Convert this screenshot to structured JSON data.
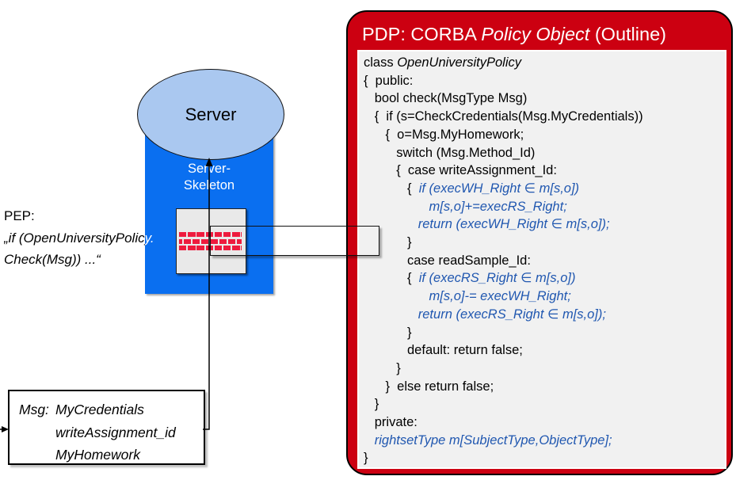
{
  "pep": {
    "line1": "PEP:",
    "line2": "„if (OpenUniversityPolicy.",
    "line3": "Check(Msg)) ...“"
  },
  "server": {
    "label": "Server"
  },
  "skeleton": {
    "line1": "Server-",
    "line2": "Skeleton"
  },
  "msg_box": {
    "label": "Msg:",
    "values": [
      "MyCredentials",
      "writeAssignment_id",
      "MyHomework"
    ]
  },
  "pdp": {
    "title_segments": [
      {
        "t": "PDP: CORBA ",
        "c": "n"
      },
      {
        "t": "Policy Object",
        "c": "i"
      },
      {
        "t": " (Outline)",
        "c": "n"
      }
    ],
    "code_lines": [
      [
        {
          "t": "class ",
          "c": "n"
        },
        {
          "t": "OpenUniversityPolicy",
          "c": "i"
        }
      ],
      [
        {
          "t": "{  public:",
          "c": "n"
        }
      ],
      [
        {
          "t": "   bool check(MsgType Msg)",
          "c": "n"
        }
      ],
      [
        {
          "t": "   {  if (s=CheckCredentials(Msg.MyCredentials))",
          "c": "n"
        }
      ],
      [
        {
          "t": "      {  o=Msg.MyHomework;",
          "c": "n"
        }
      ],
      [
        {
          "t": "         switch (Msg.Method_Id)",
          "c": "n"
        }
      ],
      [
        {
          "t": "         {  case writeAssignment_Id:",
          "c": "n"
        }
      ],
      [
        {
          "t": "            {  ",
          "c": "n"
        },
        {
          "t": "if (execWH_Right ∈ m[s,o])",
          "c": "b"
        }
      ],
      [
        {
          "t": "                  ",
          "c": "n"
        },
        {
          "t": "m[s,o]+=execRS_Right;",
          "c": "b"
        }
      ],
      [
        {
          "t": "               ",
          "c": "n"
        },
        {
          "t": "return (execWH_Right ∈ m[s,o]);",
          "c": "b"
        }
      ],
      [
        {
          "t": "            }",
          "c": "n"
        }
      ],
      [
        {
          "t": "            case readSample_Id:",
          "c": "n"
        }
      ],
      [
        {
          "t": "            {  ",
          "c": "n"
        },
        {
          "t": "if (execRS_Right ∈ m[s,o])",
          "c": "b"
        }
      ],
      [
        {
          "t": "                  ",
          "c": "n"
        },
        {
          "t": "m[s,o]-= execWH_Right;",
          "c": "b"
        }
      ],
      [
        {
          "t": "               ",
          "c": "n"
        },
        {
          "t": "return (execRS_Right ∈ m[s,o]);",
          "c": "b"
        }
      ],
      [
        {
          "t": "            }",
          "c": "n"
        }
      ],
      [
        {
          "t": "            default: return false;",
          "c": "n"
        }
      ],
      [
        {
          "t": "         }",
          "c": "n"
        }
      ],
      [
        {
          "t": "      }  else return false;",
          "c": "n"
        }
      ],
      [
        {
          "t": "   }",
          "c": "n"
        }
      ],
      [
        {
          "t": "   private:",
          "c": "n"
        }
      ],
      [
        {
          "t": "   ",
          "c": "n"
        },
        {
          "t": "rightsetType m[SubjectType,ObjectType];",
          "c": "b"
        }
      ],
      [
        {
          "t": "}",
          "c": "n"
        }
      ]
    ]
  },
  "colors": {
    "pdp_red": "#cc0011",
    "skeleton_blue": "#0a6ff0",
    "ellipse_blue": "#aac8f0",
    "code_blue": "#2057b0",
    "brick_red": "#ee1b3e",
    "panel_gray": "#f1f1f1",
    "firewall_gray": "#e9e9e9"
  }
}
